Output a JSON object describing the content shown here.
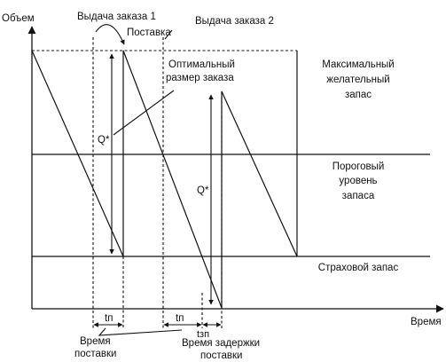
{
  "axes": {
    "y_label": "Объем",
    "x_label": "Время"
  },
  "levels": {
    "max_line1": "Максимальный",
    "max_line2": "желательный",
    "max_line3": "запас",
    "threshold_line1": "Пороговый",
    "threshold_line2": "уровень",
    "threshold_line3": "запаса",
    "safety": "Страховой запас"
  },
  "events": {
    "order1": "Выдача заказа 1",
    "delivery": "Поставка",
    "order2": "Выдача заказа 2"
  },
  "annotations": {
    "optimal_line1": "Оптимальный",
    "optimal_line2": "размер заказа",
    "q1": "Q*",
    "q2": "Q*"
  },
  "intervals": {
    "tn1": "tп",
    "tn2": "tп",
    "tzp": "tзп",
    "lead_time_line1": "Время",
    "lead_time_line2": "поставки",
    "delay_line1": "Время задержки",
    "delay_line2": "поставки"
  },
  "colors": {
    "ink": "#111111",
    "background": "#ffffff"
  }
}
